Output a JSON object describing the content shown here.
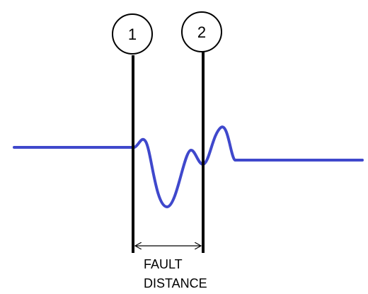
{
  "markers": [
    {
      "label": "1"
    },
    {
      "label": "2"
    }
  ],
  "distance_label": {
    "line1": "FAULT",
    "line2": "DISTANCE"
  },
  "colors": {
    "waveform": "#3F48CC",
    "lines": "#000000",
    "background": "#FFFFFF"
  }
}
